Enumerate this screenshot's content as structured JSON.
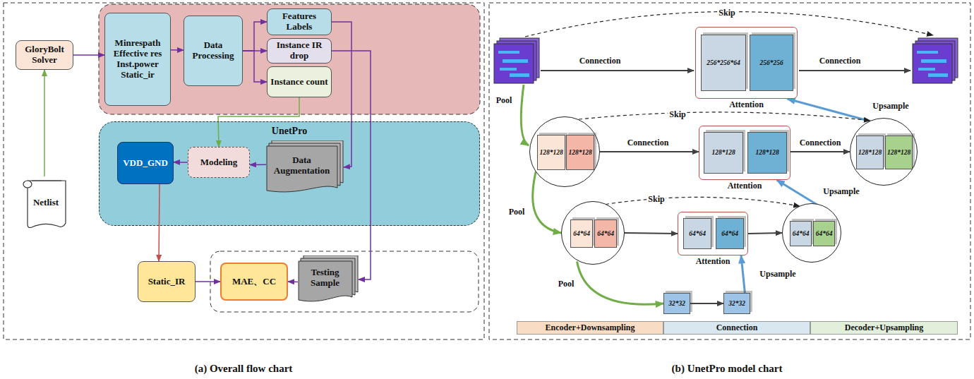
{
  "diagram": {
    "nodes": [
      {
        "text": [
          "GloryBolt Solver"
        ]
      },
      {
        "text": [
          "Minrespath Effective res Inst.power Static_ir"
        ]
      },
      {
        "text": [
          "Data Processing"
        ]
      },
      {
        "text": [
          "Features Labels"
        ]
      },
      {
        "text": [
          "Instance IR drop"
        ]
      },
      {
        "text": [
          "Instance count"
        ]
      },
      {
        "text": [
          "UnetPro"
        ]
      },
      {
        "text": [
          "VDD_GND"
        ],
        "in": 6
      },
      {
        "text": [
          "Modeling"
        ],
        "in": 6
      },
      {
        "text": [
          "Data Augmentation"
        ],
        "in": 6
      },
      {
        "text": [
          "Netlist"
        ]
      },
      {
        "text": [
          "Static_IR"
        ]
      },
      {
        "text": [
          "MAE、CC"
        ]
      },
      {
        "text": [
          "Testing Sample"
        ]
      },
      {
        "text": [
          "Attention"
        ]
      },
      {
        "text": [
          "256*256*64"
        ],
        "in": 14
      },
      {
        "text": [
          "256*256"
        ],
        "in": 14
      },
      {
        "text": []
      },
      {
        "text": [
          "128*128"
        ],
        "in": 17
      },
      {
        "text": [
          "128*128"
        ],
        "in": 17
      },
      {
        "text": [
          "Attention"
        ]
      },
      {
        "text": [
          "128*128"
        ],
        "in": 20
      },
      {
        "text": [
          "128*128"
        ],
        "in": 20
      },
      {
        "text": []
      },
      {
        "text": [
          "128*128"
        ],
        "in": 23
      },
      {
        "text": [
          "128*128"
        ],
        "in": 23
      },
      {
        "text": []
      },
      {
        "text": [
          "64*64"
        ],
        "in": 26
      },
      {
        "text": [
          "64*64"
        ],
        "in": 26
      },
      {
        "text": [
          "Attention"
        ]
      },
      {
        "text": [
          "64*64"
        ],
        "in": 29
      },
      {
        "text": [
          "64*64"
        ],
        "in": 29
      },
      {
        "text": []
      },
      {
        "text": [
          "64*64"
        ],
        "in": 32
      },
      {
        "text": [
          "64*64"
        ],
        "in": 32
      },
      {
        "text": [
          "32*32"
        ]
      },
      {
        "text": [
          "32*32"
        ]
      }
    ],
    "edges": [
      {
        "from": 10,
        "to": 0,
        "arrow": "to"
      },
      {
        "from": 0,
        "to": 1,
        "arrow": "to"
      },
      {
        "from": 1,
        "to": 2,
        "arrow": "to"
      },
      {
        "from": 2,
        "to": 3,
        "arrow": "to"
      },
      {
        "from": 2,
        "to": 4,
        "arrow": "to"
      },
      {
        "from": 2,
        "to": 5,
        "arrow": "to"
      },
      {
        "from": 3,
        "to": 9,
        "arrow": "to"
      },
      {
        "from": 4,
        "to": 13,
        "arrow": "to"
      },
      {
        "from": 5,
        "to": 8,
        "arrow": "to"
      },
      {
        "from": 9,
        "to": 8,
        "arrow": "to"
      },
      {
        "from": 8,
        "to": 7,
        "arrow": "to"
      },
      {
        "from": 7,
        "to": 11,
        "arrow": "to"
      },
      {
        "from": 11,
        "to": 12,
        "arrow": "to"
      },
      {
        "from": 13,
        "to": 12,
        "arrow": "to"
      },
      {
        "from": 17,
        "to": 20,
        "label": "Connection",
        "arrow": "to"
      },
      {
        "from": 20,
        "to": 23,
        "label": "Connection",
        "arrow": "to"
      },
      {
        "from": 23,
        "to": 14,
        "label": "Upsample",
        "arrow": "to"
      },
      {
        "from": 17,
        "to": 23,
        "label": "Skip",
        "arrow": "to"
      },
      {
        "from": 26,
        "to": 29,
        "arrow": "to"
      },
      {
        "from": 29,
        "to": 32,
        "arrow": "to"
      },
      {
        "from": 26,
        "to": 32,
        "label": "Skip",
        "arrow": "to"
      },
      {
        "from": 32,
        "to": 20,
        "label": "Upsample",
        "arrow": "to"
      },
      {
        "from": 26,
        "to": 35,
        "label": "Pool",
        "arrow": "to"
      },
      {
        "from": 35,
        "to": 36,
        "arrow": "to"
      },
      {
        "from": 36,
        "to": 29,
        "label": "Upsample",
        "arrow": "to"
      },
      {
        "from": 17,
        "to": 26,
        "label": "Pool",
        "arrow": "to"
      }
    ],
    "labels": [
      "Skip",
      "Connection",
      "Connection",
      "Pool",
      "(a) Overall flow chart",
      "(b) UnetPro model chart"
    ],
    "legend": [
      {
        "text": "Encoder+Downsampling",
        "color": "#f9dcc4"
      },
      {
        "text": "Connection",
        "color": "#d9e8f0"
      },
      {
        "text": "Decoder+Upsampling",
        "color": "#e2efda"
      }
    ]
  }
}
